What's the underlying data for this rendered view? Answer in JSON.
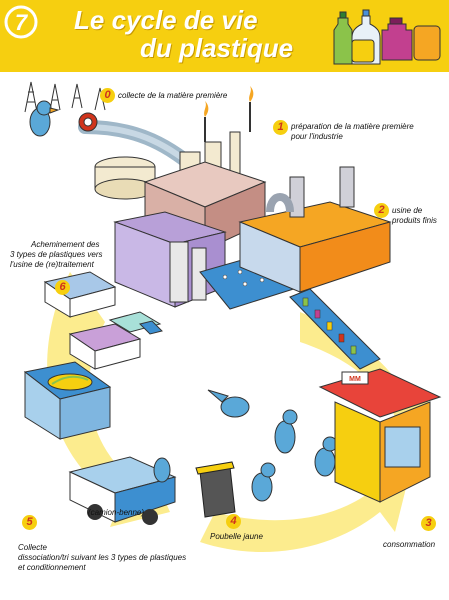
{
  "header": {
    "number": "7",
    "title_line1": "Le cycle de vie",
    "title_line2": "du plastique"
  },
  "steps": [
    {
      "number": "0",
      "label": "collecte de la matière première"
    },
    {
      "number": "1",
      "label_line1": "préparation de la matière première",
      "label_line2": "pour l'industrie"
    },
    {
      "number": "2",
      "label_line1": "usine de",
      "label_line2": "produits finis"
    },
    {
      "number": "3",
      "label": "consommation"
    },
    {
      "number": "4",
      "label": "Poubelle jaune"
    },
    {
      "number": "5",
      "label_line1": "Collecte",
      "label_line2": "dissociation/tri suivant les 3 types de plastiques",
      "label_line3": "et conditionnement",
      "truck_label": "(camion-benne)"
    },
    {
      "number": "6",
      "label_line1": "Acheminement des",
      "label_line2": "3 types de plastiques vers",
      "label_line3": "l'usine de (re)traitement"
    }
  ],
  "shop_sign": "MM",
  "colors": {
    "yellow": "#f6cf10",
    "light_yellow": "#fbe97a",
    "orange_roof": "#f5a623",
    "step_number": "#d0341c",
    "bird_blue": "#5aa8d8",
    "roof_blue": "#3d8fd0",
    "shop_roof_red": "#e8443a"
  }
}
